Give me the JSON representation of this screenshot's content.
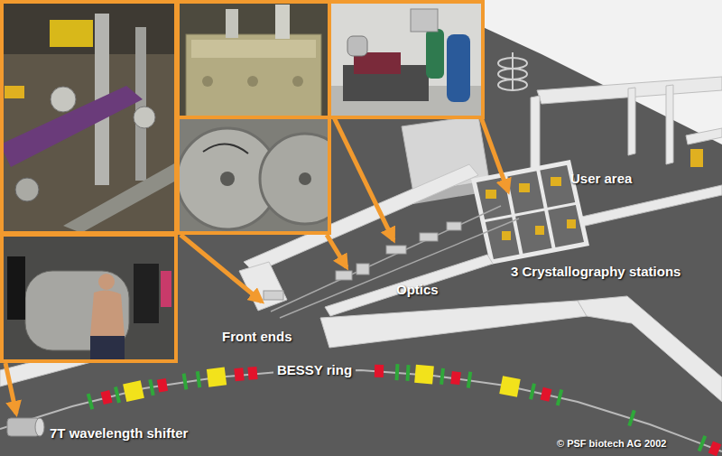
{
  "diagram": {
    "labels": [
      "User area",
      "3 Crystallography stations",
      "Optics",
      "Front ends",
      "BESSY ring",
      "7T wavelength shifter",
      "© PSF biotech AG 2002"
    ]
  }
}
